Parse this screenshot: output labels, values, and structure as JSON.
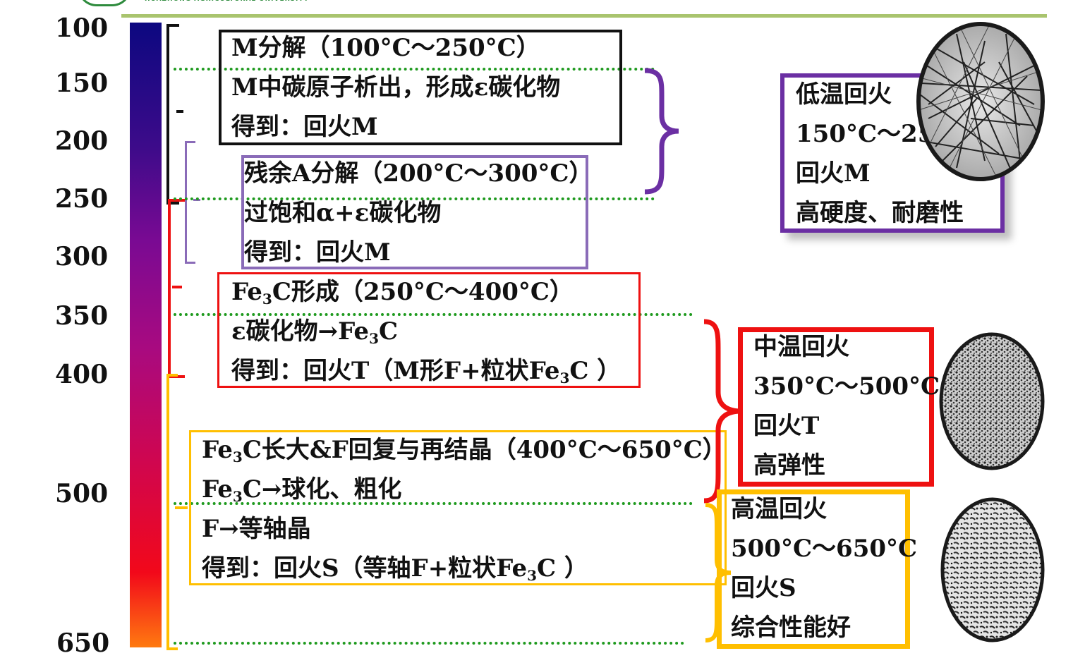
{
  "scale_ticks": [
    "100",
    "150",
    "200",
    "250",
    "300",
    "350",
    "400",
    "500",
    "650"
  ],
  "stages": [
    {
      "title_html": "M分解（100°C～250°C）",
      "line2_html": "M中碳原子析出，形成ε碳化物",
      "line3_html": "得到：回火M"
    },
    {
      "title_html": "残余A分解（200°C～300°C）",
      "line2_html": "过饱和α+ε碳化物",
      "line3_html": "得到：回火M"
    },
    {
      "title_html": "Fe<sub>3</sub>C形成（250°C～400°C）",
      "line2_html": "ε碳化物→Fe<sub>3</sub>C",
      "line3_html": "得到：回火T（M形F+粒状Fe<sub>3</sub>C ）"
    },
    {
      "title_html": "Fe<sub>3</sub>C长大&F回复与再结晶（400°C～650°C）",
      "line2_html": "Fe<sub>3</sub>C→球化、粗化",
      "line3_html": "F→等轴晶",
      "line4_html": "得到：回火S（等轴F+粒状Fe<sub>3</sub>C ）"
    }
  ],
  "tempering": [
    {
      "name": "低温回火",
      "range": "150°C～25",
      "product": "回火M",
      "property": "高硬度、耐磨性",
      "color": "#6b2fa3"
    },
    {
      "name": "中温回火",
      "range": "350°C～500°C",
      "product": "回火T",
      "property": "高弹性",
      "color": "#ee1111"
    },
    {
      "name": "高温回火",
      "range": "500°C～650°C",
      "product": "回火S",
      "property": "综合性能好",
      "color": "#ffbf00"
    }
  ],
  "colors": {
    "green_dots": "#1f9a1f",
    "black": "#111111",
    "purple_light": "#8a6bb8",
    "red": "#ee1111",
    "gold": "#ffbf00"
  }
}
